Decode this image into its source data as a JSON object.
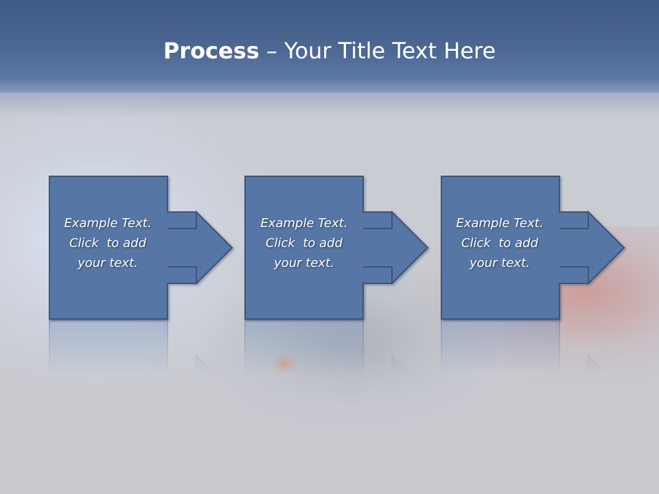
{
  "title": {
    "bold": "Process",
    "rest": " – Your Title Text Here"
  },
  "steps": [
    {
      "line1": "Example Text.",
      "line2": "Click  to add",
      "line3": "your text."
    },
    {
      "line1": "Example Text.",
      "line2": "Click  to add",
      "line3": "your text."
    },
    {
      "line1": "Example Text.",
      "line2": "Click  to add",
      "line3": "your text."
    }
  ],
  "colors": {
    "header": "#4d6894",
    "shape_fill": "#5676a6",
    "shape_stroke": "#3c5478",
    "text": "#ffffff"
  }
}
